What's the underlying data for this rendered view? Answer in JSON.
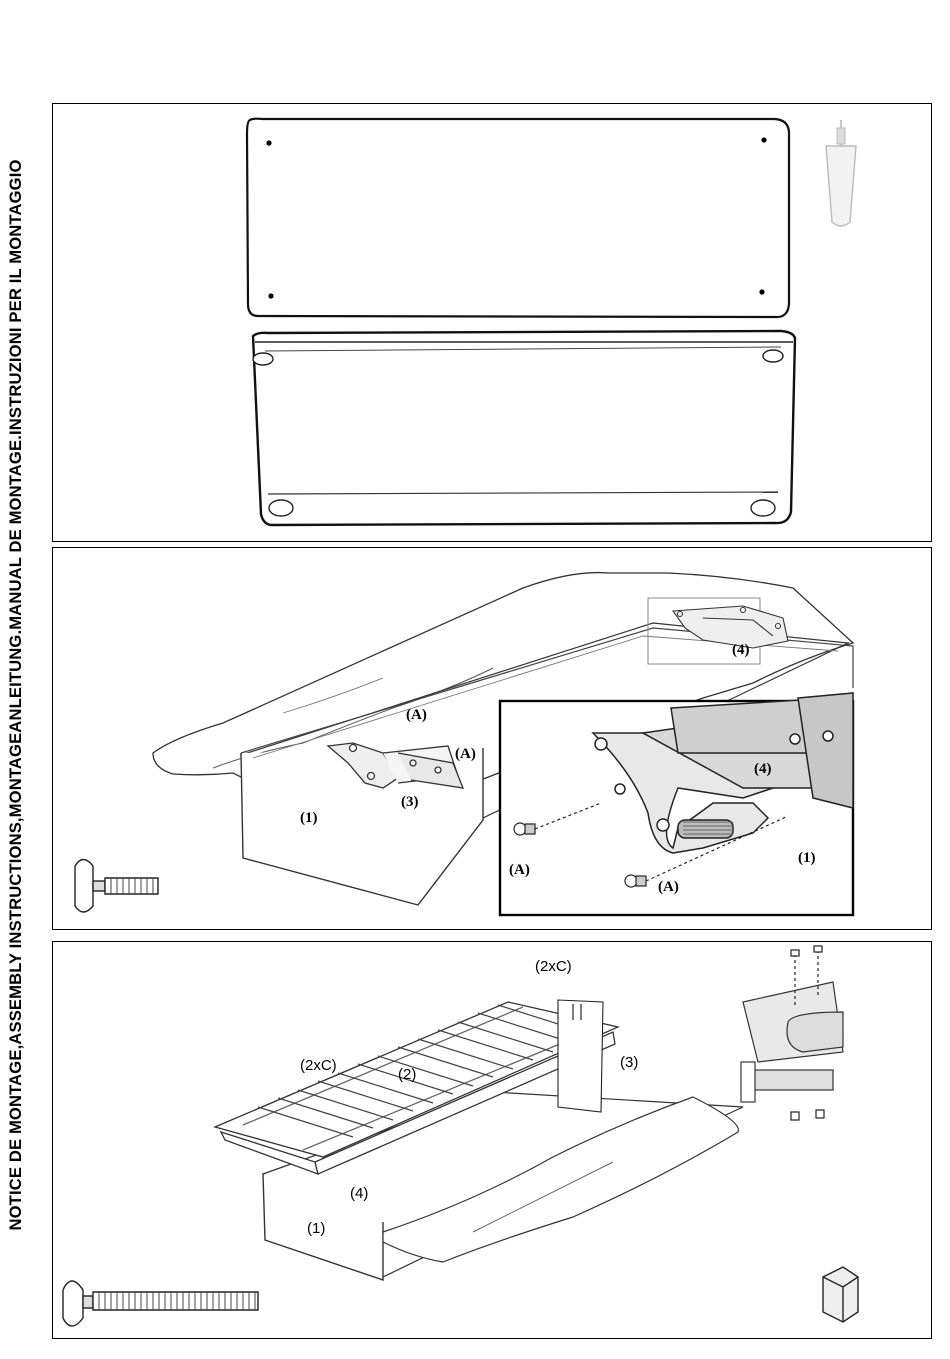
{
  "side_title": "NOTICE DE MONTAGE,ASSEMBLY INSTRUCTIONS,MONTAGEANLEITUNG.MANUAL DE MONTAGE.INSTRUZIONI PER IL MONTAGGIO",
  "step2": {
    "labels": {
      "a_top": "(A)",
      "a_right": "(A)",
      "hinge": "(3)",
      "base": "(1)",
      "hinge_top": "(4)"
    },
    "detail": {
      "bracket": "(4)",
      "base": "(1)",
      "a_left": "(A)",
      "a_bottom": "(A)"
    }
  },
  "step3": {
    "labels": {
      "screws_top": "(2xC)",
      "screws_left": "(2xC)",
      "slat_frame": "(2)",
      "hinge": "(3)",
      "bracket": "(4)",
      "base": "(1)"
    }
  }
}
